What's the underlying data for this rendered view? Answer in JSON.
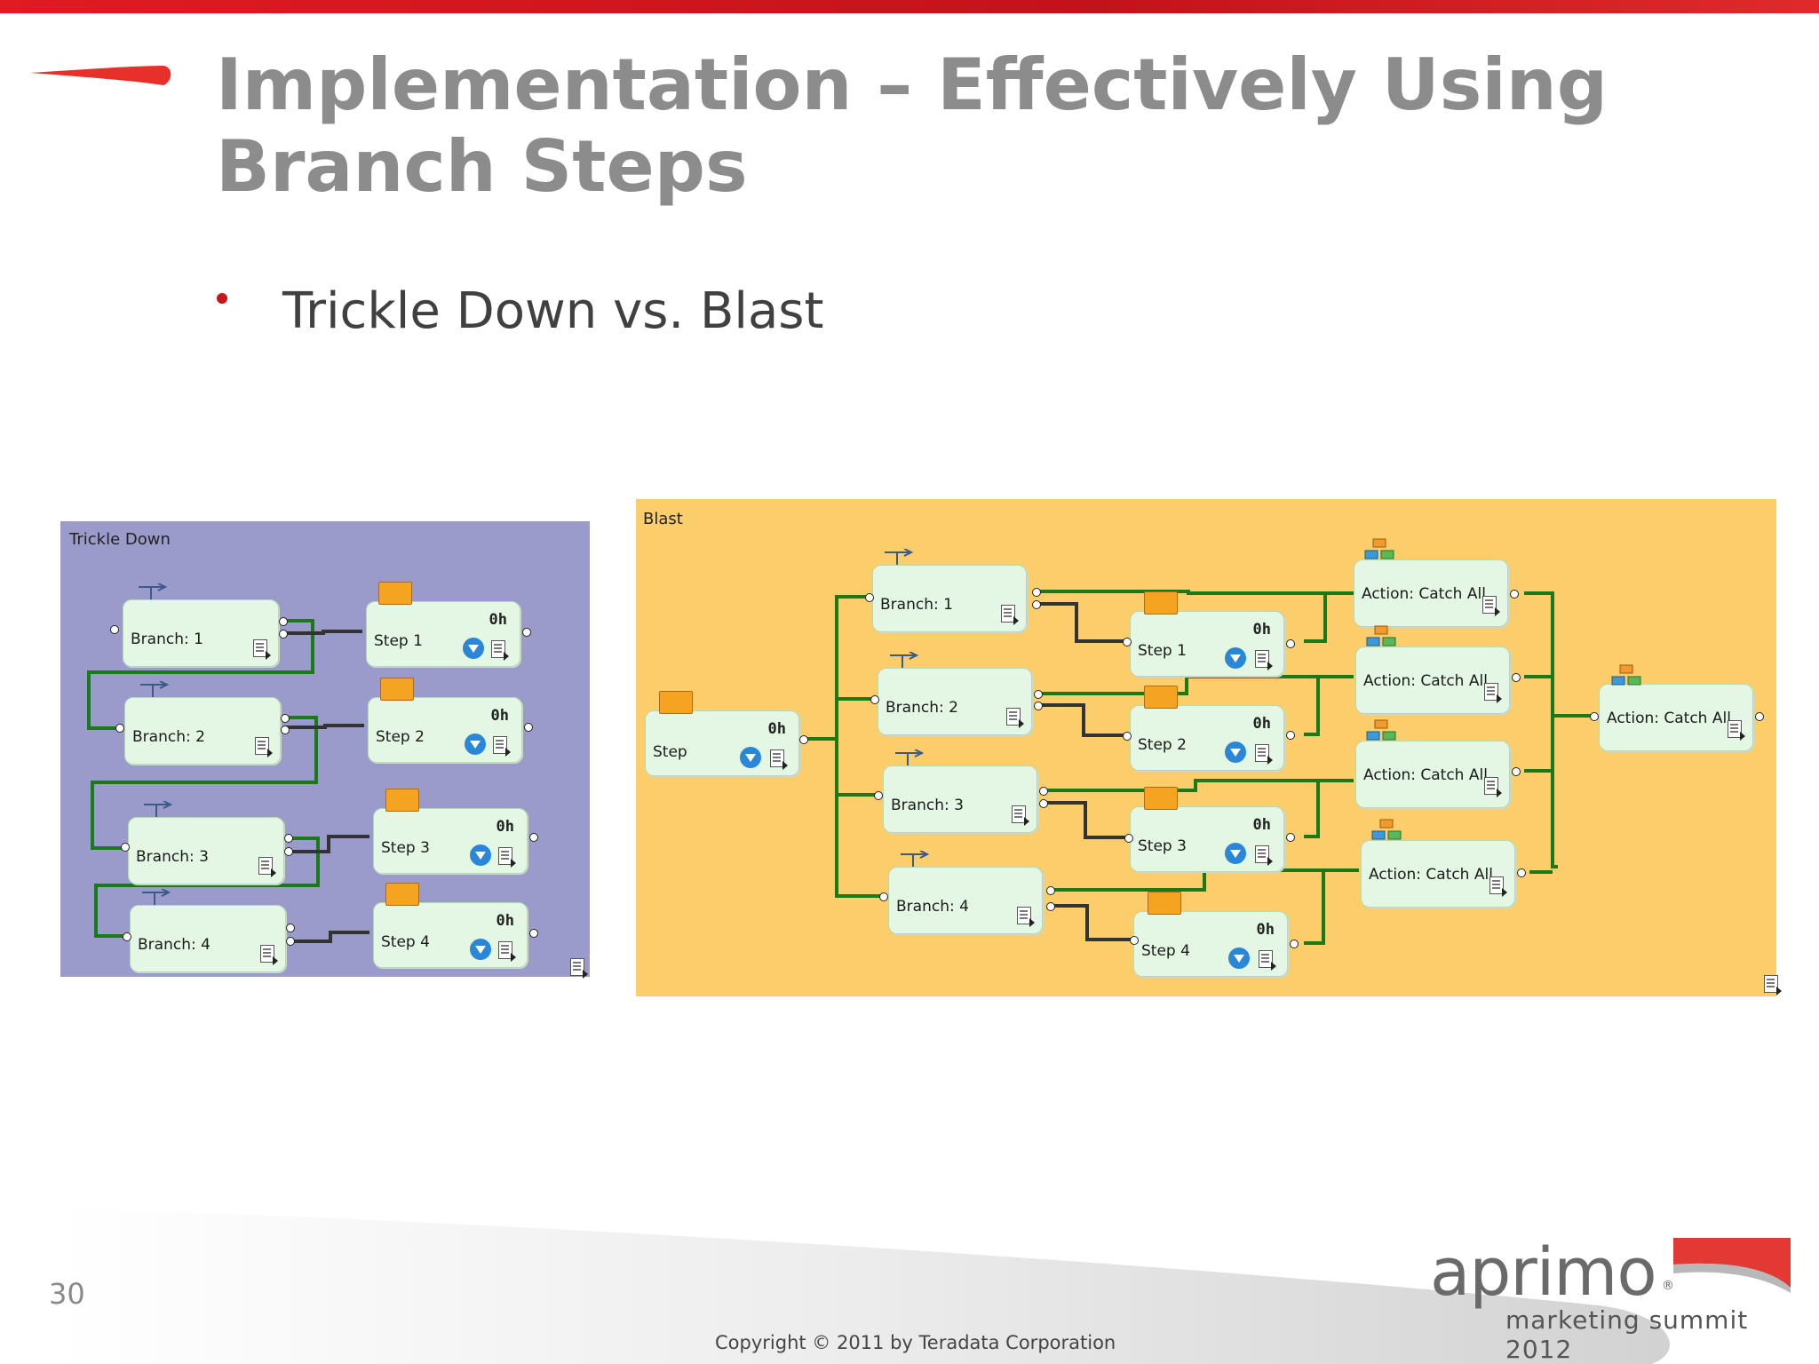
{
  "slide": {
    "title": "Implementation – Effectively Using Branch Steps",
    "bullet": "Trickle Down vs. Blast",
    "page_number": "30",
    "copyright": "Copyright © 2011 by Teradata Corporation"
  },
  "logo": {
    "name": "aprimo",
    "registered": "®",
    "subtitle": "marketing summit 2012"
  },
  "colors": {
    "accent_red": "#e01b22",
    "title_gray": "#8c8c8c",
    "trickle_bg": "#9b9bcb",
    "blast_bg": "#fbcd6b",
    "node_bg": "#e4f7e4",
    "connector_green": "#1a7a1a"
  },
  "trickle": {
    "title": "Trickle Down",
    "branches": [
      "Branch: 1",
      "Branch: 2",
      "Branch: 3",
      "Branch: 4"
    ],
    "steps": [
      {
        "label": "Step 1",
        "duration": "0h"
      },
      {
        "label": "Step 2",
        "duration": "0h"
      },
      {
        "label": "Step 3",
        "duration": "0h"
      },
      {
        "label": "Step 4",
        "duration": "0h"
      }
    ]
  },
  "blast": {
    "title": "Blast",
    "start_step": {
      "label": "Step",
      "duration": "0h"
    },
    "branches": [
      "Branch: 1",
      "Branch: 2",
      "Branch: 3",
      "Branch: 4"
    ],
    "steps": [
      {
        "label": "Step 1",
        "duration": "0h"
      },
      {
        "label": "Step 2",
        "duration": "0h"
      },
      {
        "label": "Step 3",
        "duration": "0h"
      },
      {
        "label": "Step 4",
        "duration": "0h"
      }
    ],
    "actions": [
      "Action: Catch All",
      "Action: Catch All",
      "Action: Catch All",
      "Action: Catch All"
    ],
    "final_action": "Action: Catch All"
  }
}
